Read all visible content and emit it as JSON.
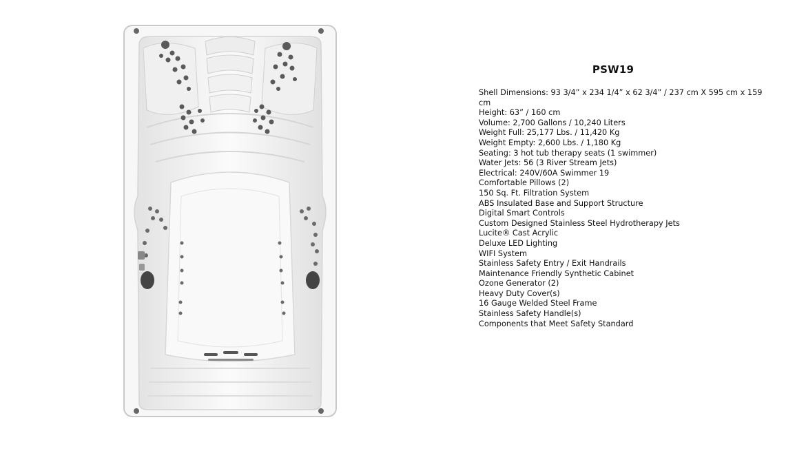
{
  "product": {
    "model": "PSW19",
    "image_subject": "swim-spa-top-view"
  },
  "specs": [
    "Shell Dimensions: 93 3/4” x 234 1/4” x 62 3/4” / 237 cm X 595 cm x 159 cm",
    "Height: 63” / 160 cm",
    "Volume: 2,700 Gallons / 10,240 Liters",
    "Weight Full: 25,177 Lbs. / 11,420 Kg",
    "Weight Empty: 2,600 Lbs. / 1,180 Kg",
    "Seating: 3 hot tub therapy seats (1 swimmer)",
    "Water Jets: 56 (3 River Stream Jets)",
    "Electrical: 240V/60A Swimmer 19",
    "Comfortable Pillows (2)",
    "150 Sq. Ft. Filtration System",
    "ABS Insulated Base and Support Structure",
    "Digital Smart Controls",
    "Custom Designed Stainless Steel Hydrotherapy Jets",
    "Lucite® Cast Acrylic",
    "Deluxe LED Lighting",
    "WIFI System",
    "Stainless Safety Entry / Exit Handrails",
    "Maintenance Friendly Synthetic Cabinet",
    "Ozone Generator (2)",
    "Heavy Duty Cover(s)",
    "16 Gauge Welded Steel Frame",
    "Stainless Safety Handle(s)",
    "Components that Meet Safety Standard"
  ],
  "colors": {
    "shell": "#f4f4f4",
    "shell_edge": "#cfcfcf",
    "jet": "#5a5a5a",
    "text": "#111111"
  }
}
